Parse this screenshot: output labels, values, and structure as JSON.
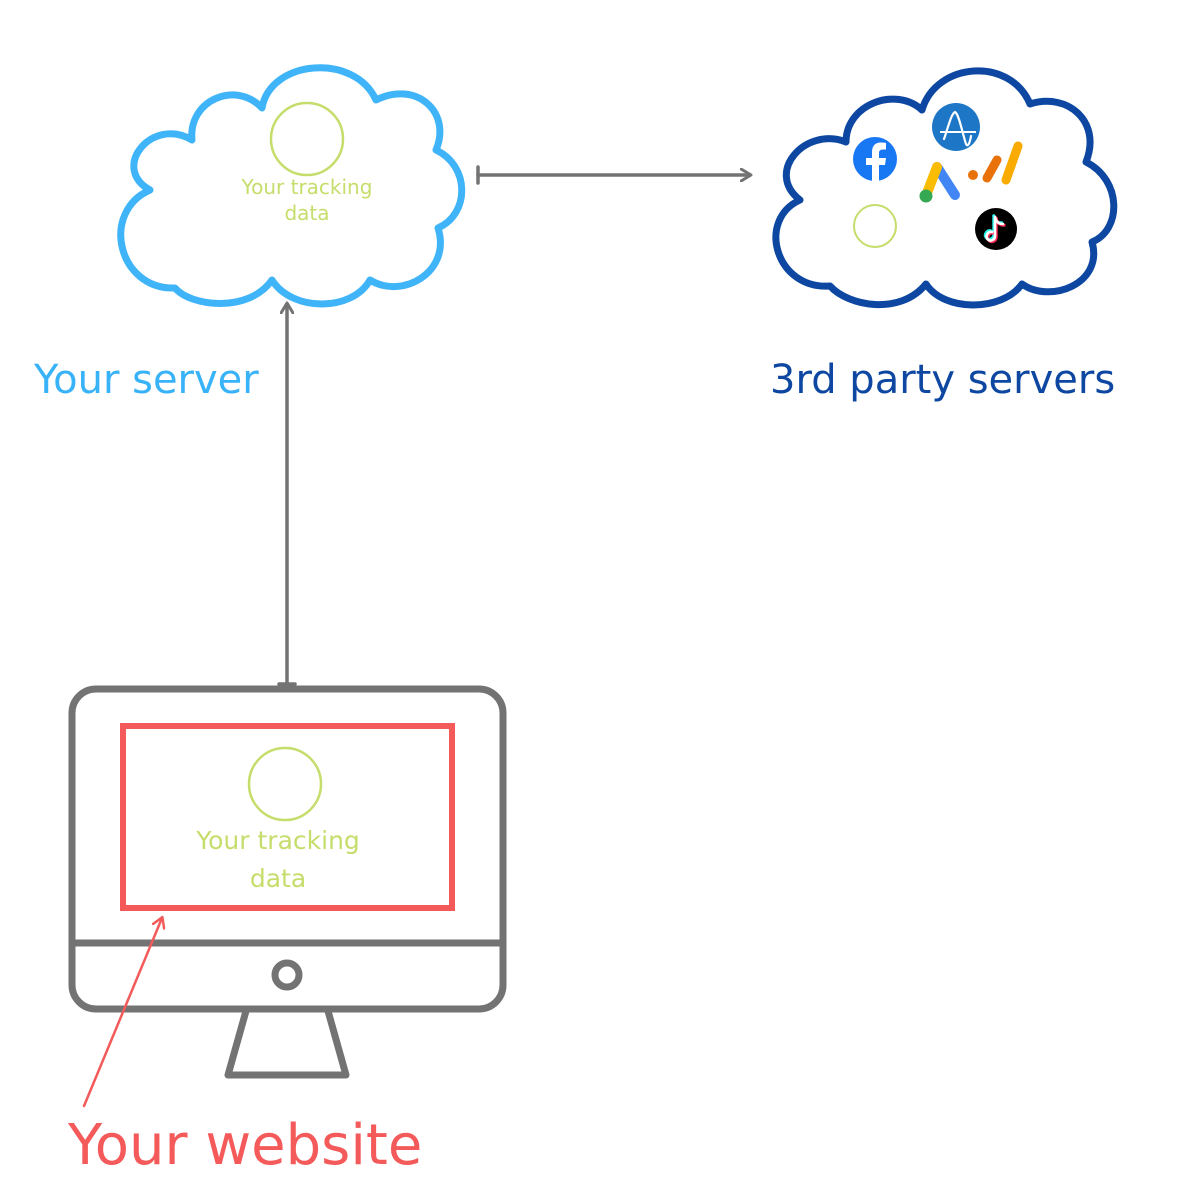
{
  "nodes": {
    "server": {
      "caption": "Your server",
      "tracking_line1": "Your tracking",
      "tracking_line2": "data"
    },
    "third_party": {
      "caption": "3rd party servers",
      "logos": [
        "facebook-icon",
        "amplitude-icon",
        "google-ads-icon",
        "google-analytics-icon",
        "tiktok-icon"
      ]
    },
    "website": {
      "caption": "Your website",
      "tracking_line1": "Your tracking",
      "tracking_line2": "data"
    }
  },
  "colors": {
    "server_cloud": "#3fb4f8",
    "third_party_cloud": "#0d47a1",
    "website_frame": "#f45a5a",
    "tracking": "#c5dd6a",
    "arrows": "#737373",
    "monitor": "#737373"
  }
}
